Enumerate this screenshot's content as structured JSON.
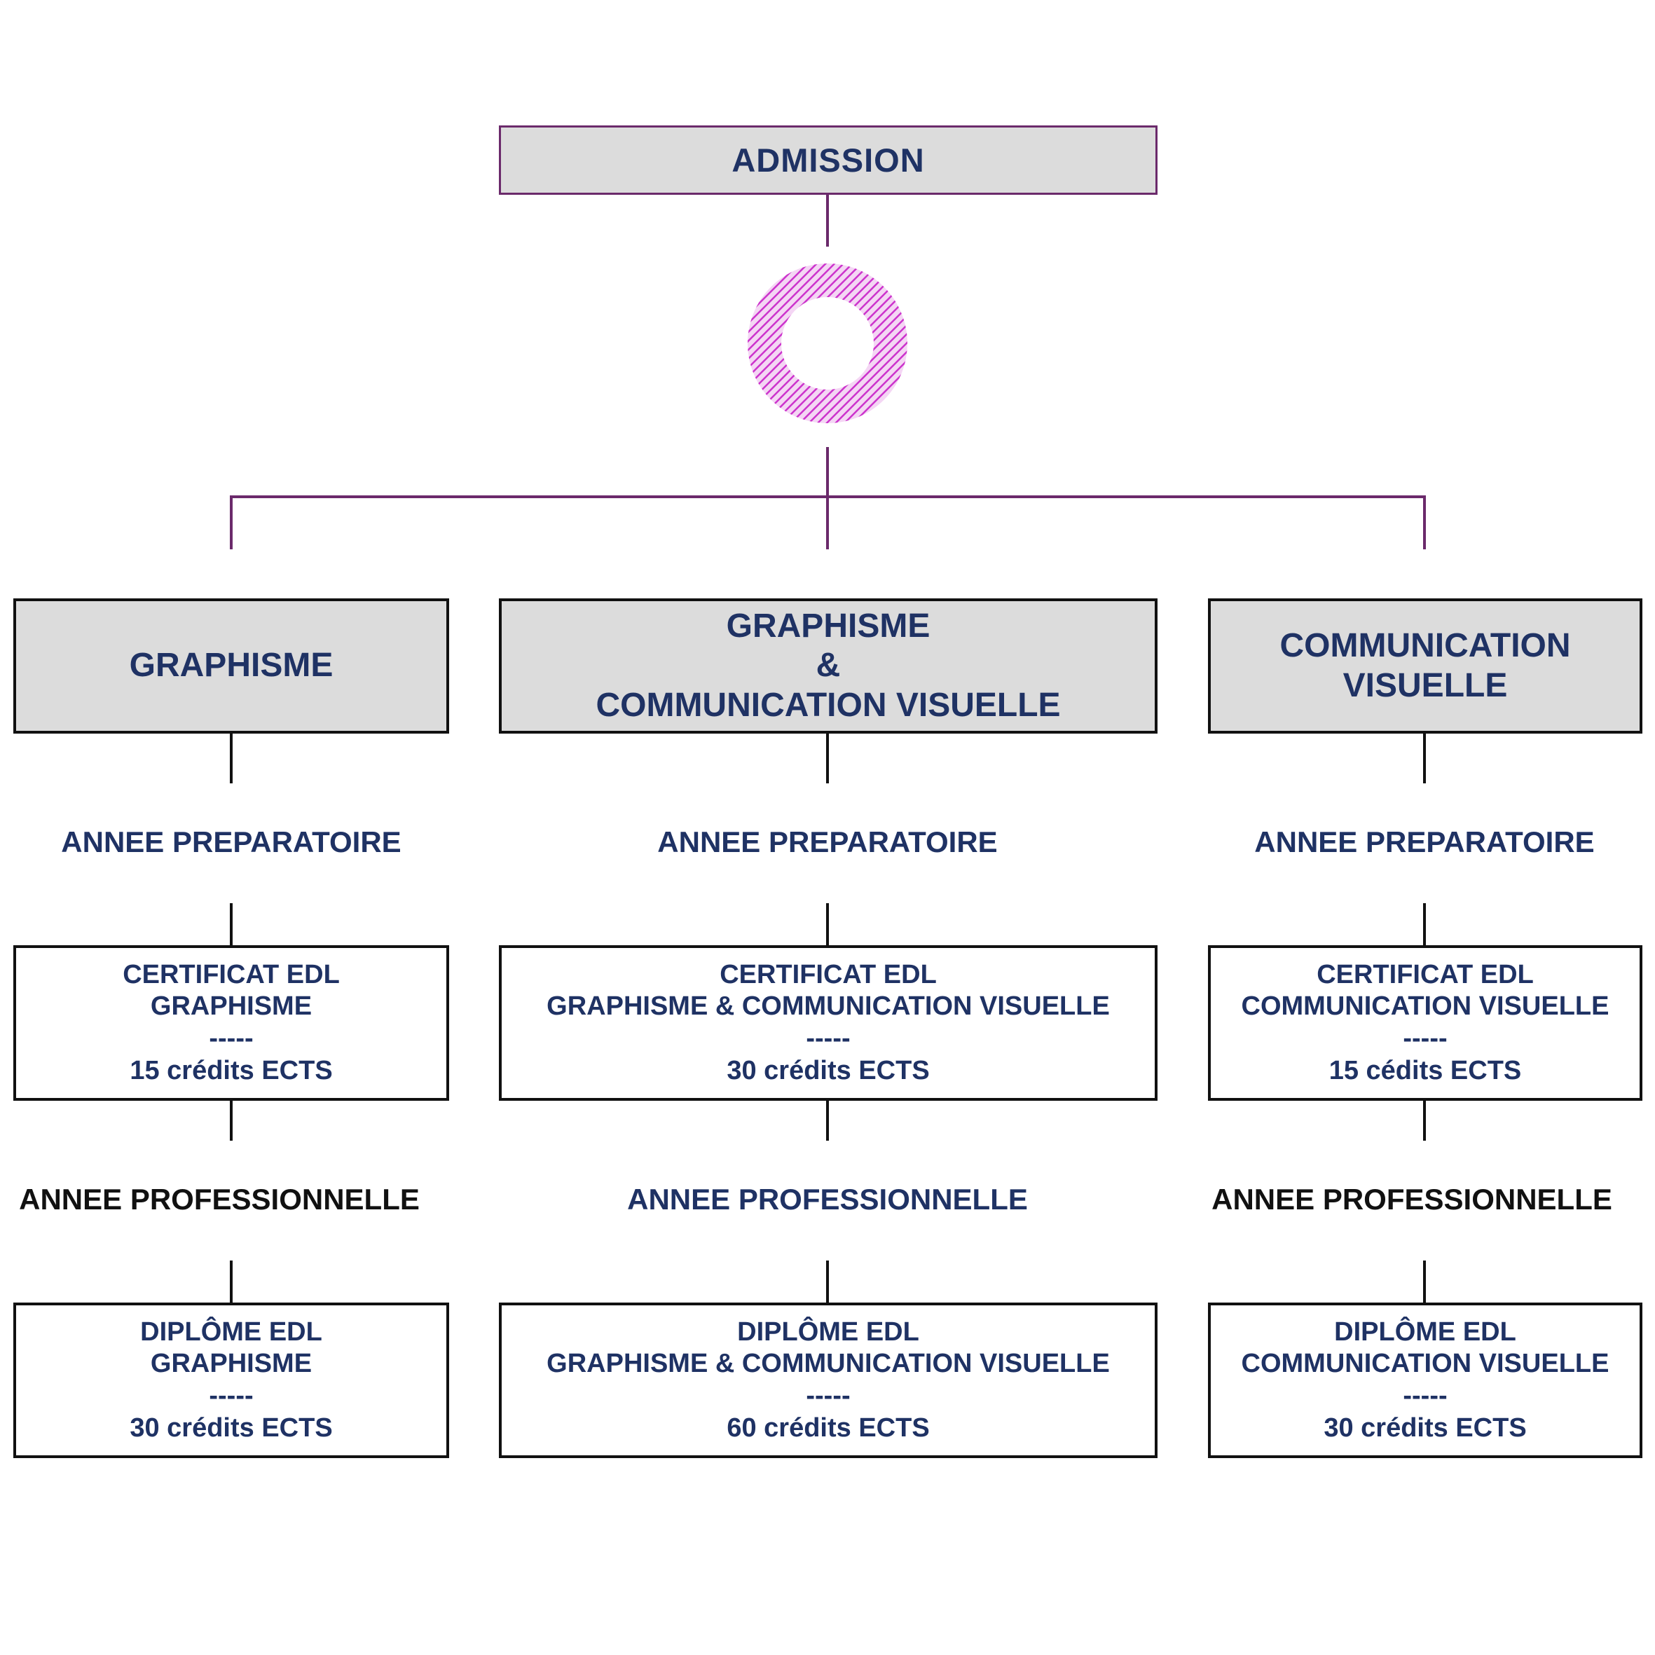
{
  "admission": {
    "label": "ADMISSION"
  },
  "columns": [
    {
      "title_lines": [
        "GRAPHISME"
      ],
      "year1": "ANNEE PREPARATOIRE",
      "certificate": {
        "line1": "CERTIFICAT EDL",
        "line2": "GRAPHISME",
        "sep": "-----",
        "credits": "15 crédits ECTS"
      },
      "year2": "ANNEE PROFESSIONNELLE",
      "diploma": {
        "line1": "DIPLÔME EDL",
        "line2": "GRAPHISME",
        "sep": "-----",
        "credits": "30 crédits ECTS"
      }
    },
    {
      "title_lines": [
        "GRAPHISME",
        "&",
        "COMMUNICATION VISUELLE"
      ],
      "year1": "ANNEE PREPARATOIRE",
      "certificate": {
        "line1": "CERTIFICAT EDL",
        "line2": "GRAPHISME & COMMUNICATION VISUELLE",
        "sep": "-----",
        "credits": "30 crédits ECTS"
      },
      "year2": "ANNEE PROFESSIONNELLE",
      "diploma": {
        "line1": "DIPLÔME EDL",
        "line2": "GRAPHISME & COMMUNICATION VISUELLE",
        "sep": "-----",
        "credits": "60 crédits ECTS"
      }
    },
    {
      "title_lines": [
        "COMMUNICATION",
        "VISUELLE"
      ],
      "year1": "ANNEE PREPARATOIRE",
      "certificate": {
        "line1": "CERTIFICAT EDL",
        "line2": "COMMUNICATION VISUELLE",
        "sep": "-----",
        "credits": "15 cédits ECTS"
      },
      "year2": "ANNEE PROFESSIONNELLE",
      "diploma": {
        "line1": "DIPLÔME EDL",
        "line2": "COMMUNICATION VISUELLE",
        "sep": "-----",
        "credits": "30 crédits ECTS"
      }
    }
  ],
  "colors": {
    "text": "#1f3264",
    "accent_ring": "#cc33cc",
    "connector_top": "#6b2a6b",
    "box_fill": "#dcdcdc"
  }
}
